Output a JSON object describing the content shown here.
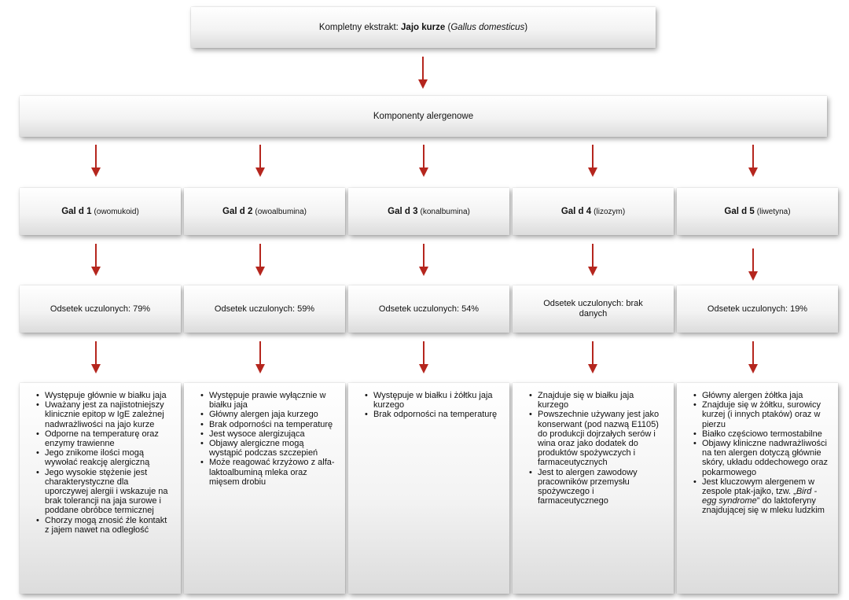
{
  "header": {
    "prefix": "Kompletny ekstrakt:",
    "name": "Jajo kurze",
    "paren_open": "(",
    "latin": "Gallus domesticus",
    "paren_close": ")"
  },
  "components_label": "Komponenty alergenowe",
  "colors": {
    "arrow": "#b5261e",
    "box_top": "#ffffff",
    "box_bottom": "#dcdcdc"
  },
  "icons": {
    "arrow": "down-arrow-icon",
    "bullet": "bullet-icon"
  },
  "allergens": [
    {
      "name": "Gal d 1",
      "protein": "(owomukoid)",
      "sensitized": "Odsetek uczulonych: 79%",
      "points": [
        "Występuje głównie w białku jaja",
        "Uważany jest za najistotniejszy klinicznie epitop w IgE zależnej nadwrażliwości na jajo kurze",
        "Odporne na temperaturę oraz enzymy trawienne",
        "Jego znikome ilości mogą wywołać reakcję alergiczną",
        "Jego wysokie stężenie jest charakterystyczne dla uporczywej alergii i wskazuje na brak tolerancji na jaja surowe i poddane obróbce termicznej",
        "Chorzy mogą znosić źle kontakt z jajem nawet na odległość"
      ]
    },
    {
      "name": "Gal d 2",
      "protein": "(owoalbumina)",
      "sensitized": "Odsetek uczulonych: 59%",
      "points": [
        "Występuje prawie wyłącznie w białku jaja",
        "Główny alergen jaja kurzego",
        "Brak odporności na temperaturę",
        "Jest wysoce alergizująca",
        "Objawy alergiczne mogą wystąpić podczas szczepień",
        "Może reagować krzyżowo z alfa-laktoalbuminą mleka oraz mięsem drobiu"
      ]
    },
    {
      "name": "Gal d 3",
      "protein": "(konalbumina)",
      "sensitized": "Odsetek uczulonych: 54%",
      "points": [
        "Występuje w białku i żółtku jaja kurzego",
        "Brak odporności na temperaturę"
      ]
    },
    {
      "name": "Gal d 4",
      "protein": "(lizozym)",
      "sensitized": "Odsetek uczulonych: brak danych",
      "points": [
        "Znajduje się w białku jaja kurzego",
        "Powszechnie używany jest jako konserwant (pod nazwą E1105) do produkcji dojrzałych serów i wina oraz jako dodatek do produktów spożywczych i farmaceutycznych",
        "Jest to alergen zawodowy pracowników przemysłu spożywczego i farmaceutycznego"
      ]
    },
    {
      "name": "Gal d 5",
      "protein": "(liwetyna)",
      "sensitized": "Odsetek uczulonych: 19%",
      "points": [
        "Główny alergen żółtka jaja",
        "Znajduje się w żółtku, surowicy kurzej (i innych ptaków) oraz w pierzu",
        "Białko częściowo termostabilne",
        "Objawy kliniczne nadwrażliwości na ten alergen dotyczą głównie skóry, układu oddechowego oraz pokarmowego"
      ],
      "last_point": {
        "before": "Jest kluczowym alergenem w zespole ptak-jajko, tzw. „",
        "italic": "Bird - egg syndrome",
        "after": "” do laktoferyny znajdującej się w mleku ludzkim"
      }
    }
  ]
}
